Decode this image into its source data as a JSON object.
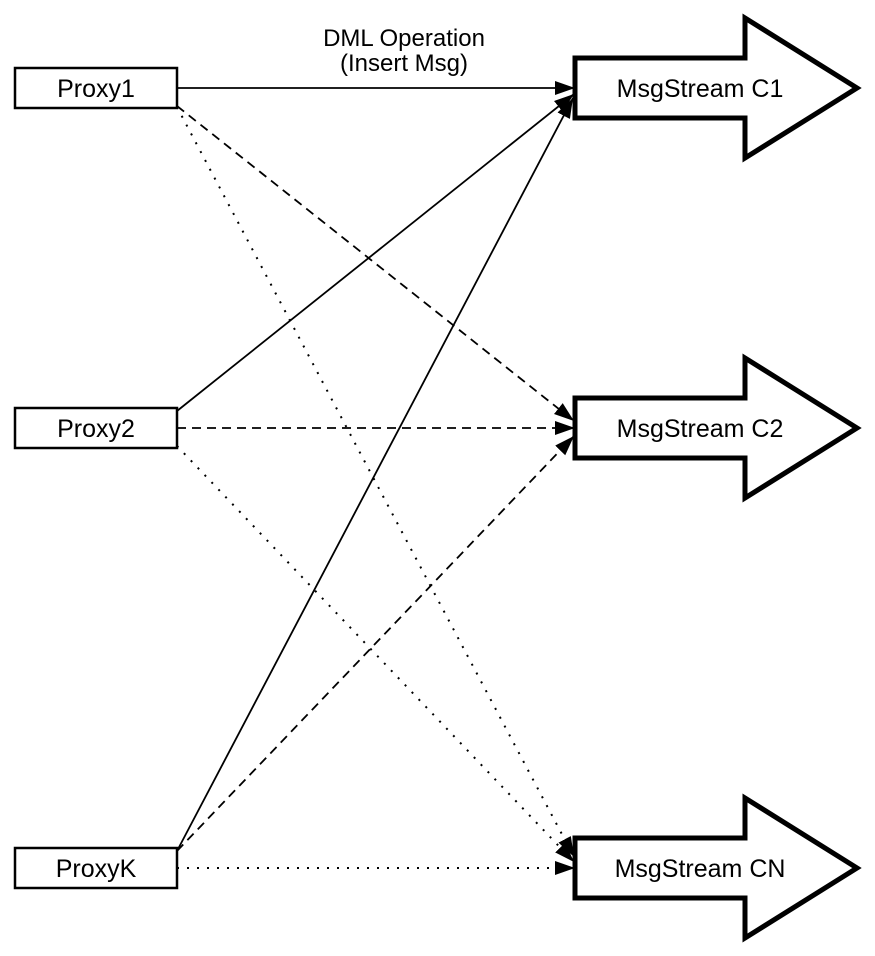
{
  "diagram": {
    "title_annotation": {
      "line1": "DML Operation",
      "line2": "(Insert Msg)"
    },
    "proxies": [
      {
        "id": "proxy1",
        "label": "Proxy1"
      },
      {
        "id": "proxy2",
        "label": "Proxy2"
      },
      {
        "id": "proxyk",
        "label": "ProxyK"
      }
    ],
    "streams": [
      {
        "id": "msgstream-c1",
        "label": "MsgStream C1"
      },
      {
        "id": "msgstream-c2",
        "label": "MsgStream C2"
      },
      {
        "id": "msgstream-cn",
        "label": "MsgStream CN"
      }
    ],
    "connections": [
      {
        "from": "Proxy1",
        "to": "MsgStream C1",
        "style": "solid",
        "label": "DML Operation (Insert Msg)"
      },
      {
        "from": "Proxy2",
        "to": "MsgStream C1",
        "style": "solid"
      },
      {
        "from": "ProxyK",
        "to": "MsgStream C1",
        "style": "solid"
      },
      {
        "from": "Proxy1",
        "to": "MsgStream C2",
        "style": "dashed"
      },
      {
        "from": "Proxy2",
        "to": "MsgStream C2",
        "style": "dashed"
      },
      {
        "from": "ProxyK",
        "to": "MsgStream C2",
        "style": "dashed"
      },
      {
        "from": "Proxy1",
        "to": "MsgStream CN",
        "style": "dotted"
      },
      {
        "from": "Proxy2",
        "to": "MsgStream CN",
        "style": "dotted"
      },
      {
        "from": "ProxyK",
        "to": "MsgStream CN",
        "style": "dotted"
      }
    ],
    "colors": {
      "stroke": "#000000",
      "node_fill": "#ffffff",
      "background": "#ffffff"
    }
  }
}
